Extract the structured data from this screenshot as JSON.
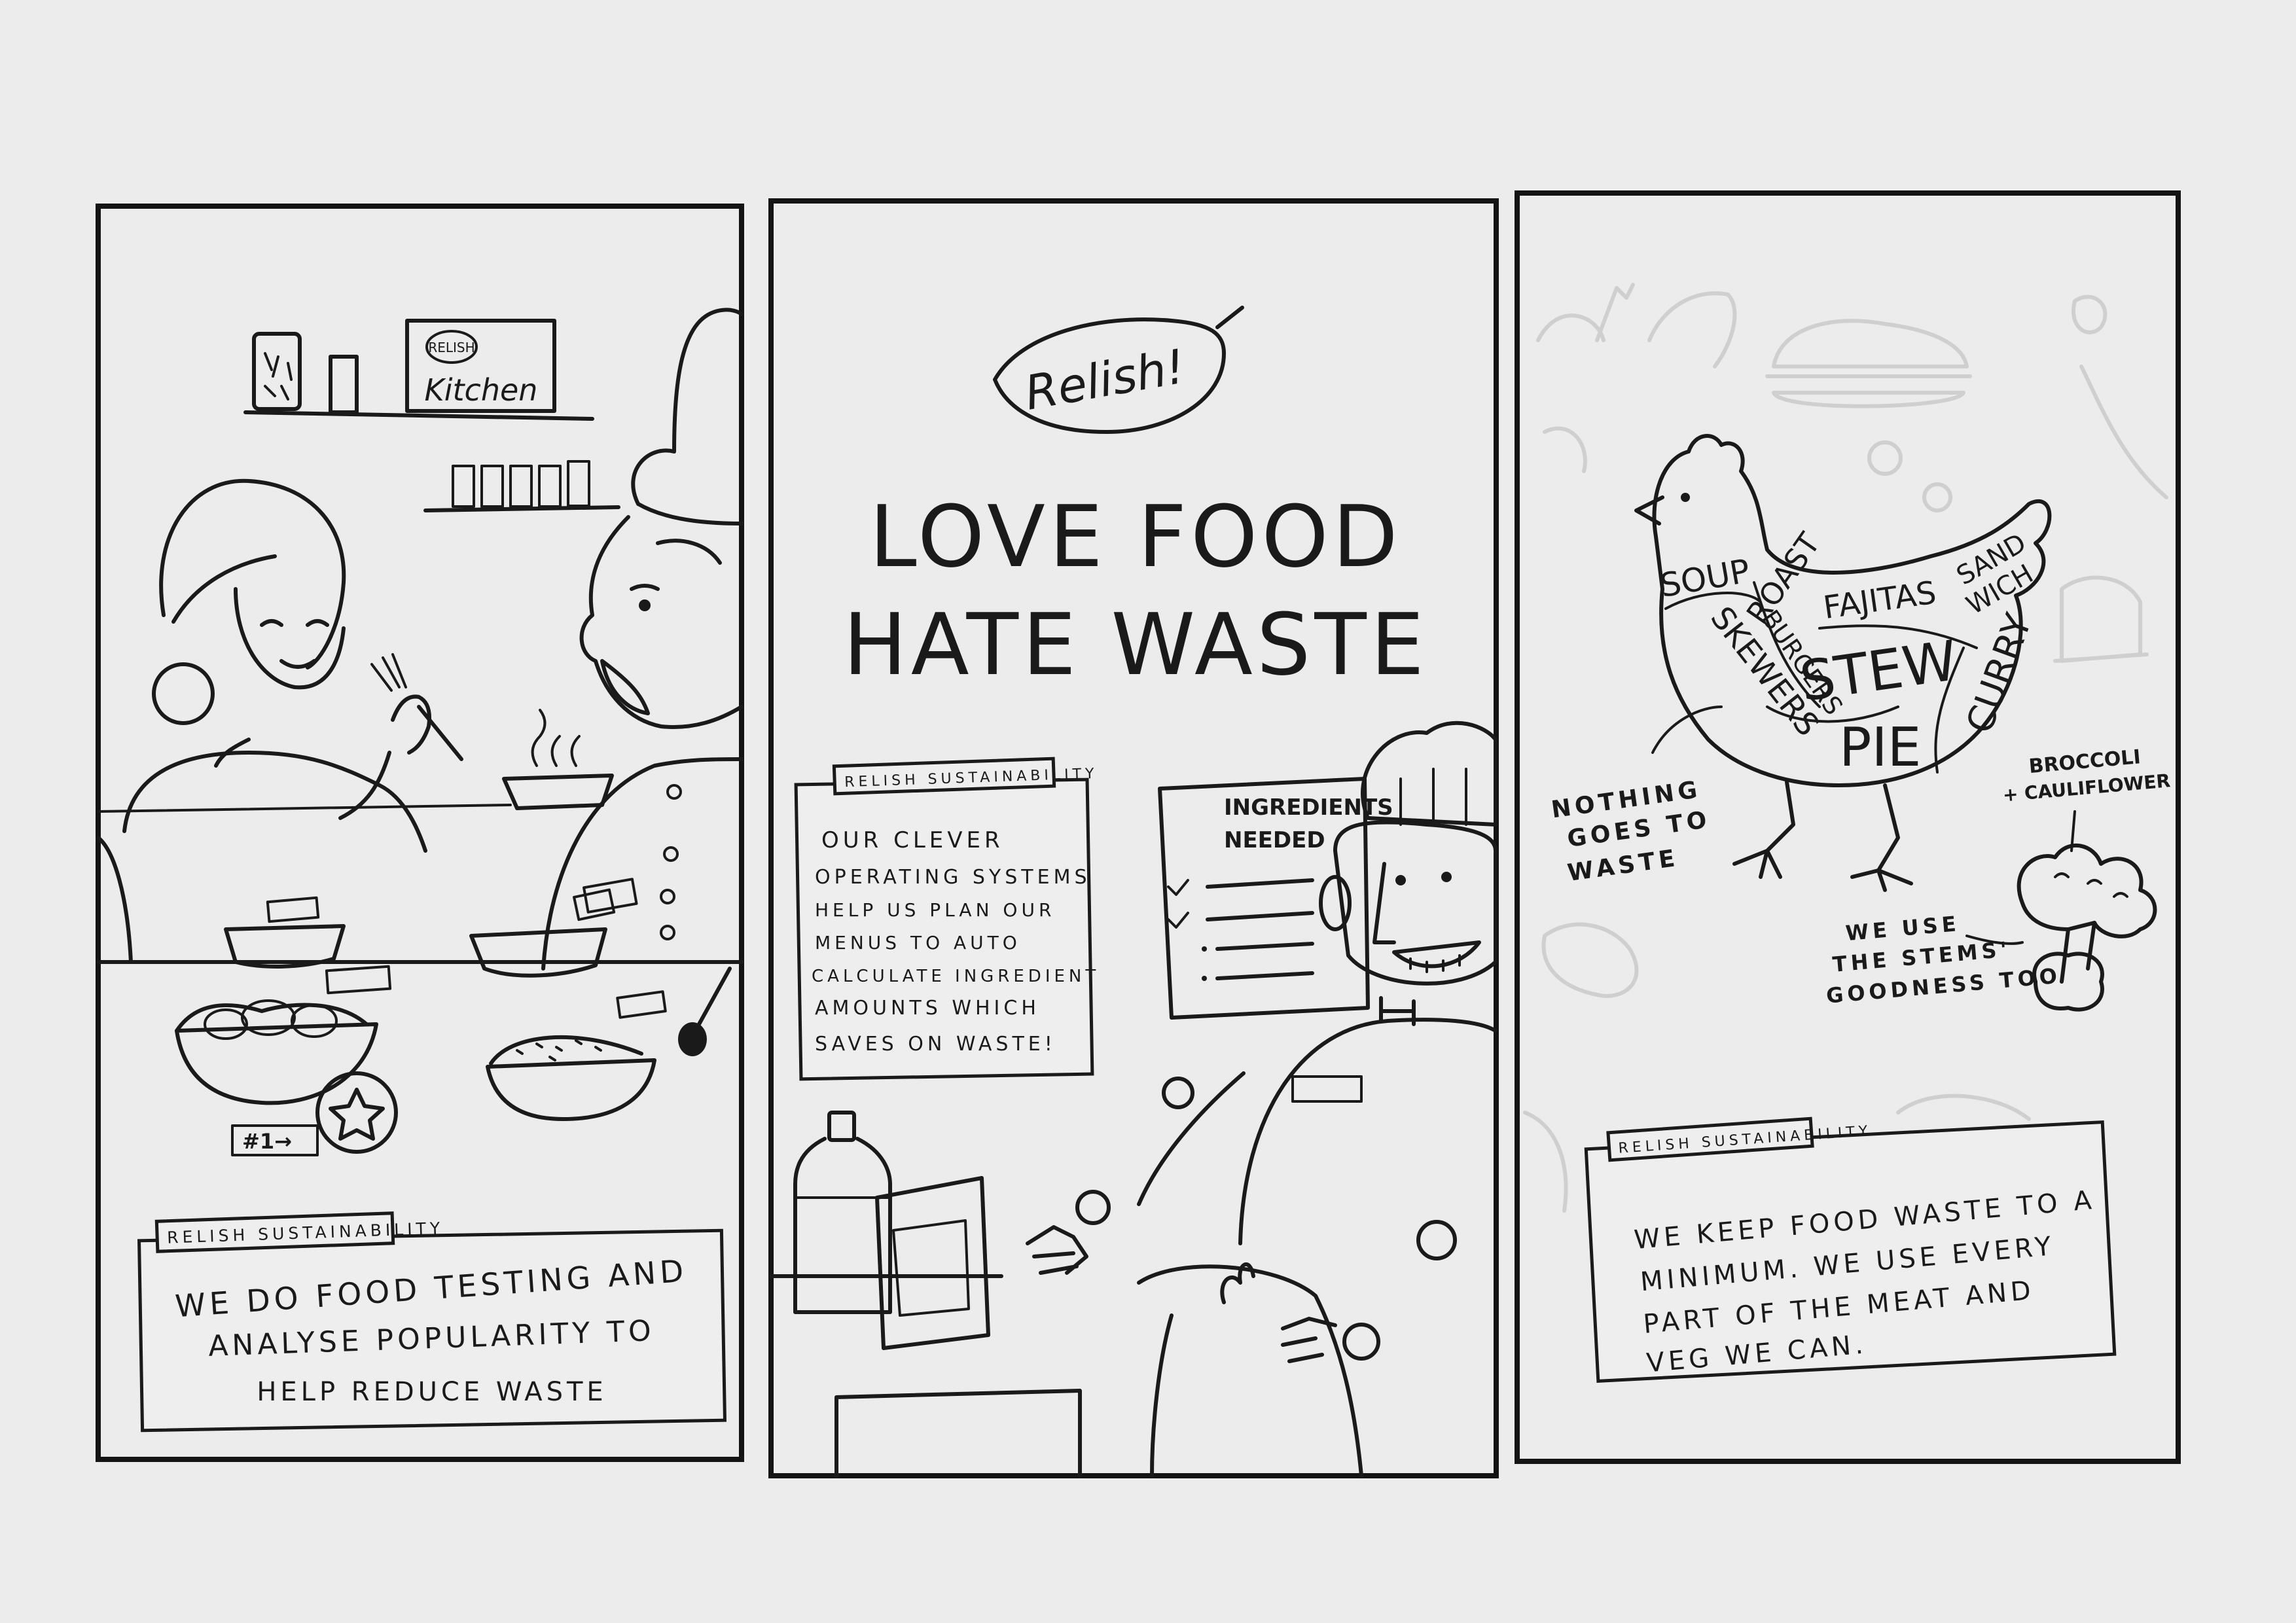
{
  "panels": [
    {
      "shop_sign": "RELISH",
      "shop_sign_2": "Kitchen",
      "marker": "#1→",
      "tag": "RELISH SUSTAINABILITY",
      "caption": [
        "WE DO FOOD TESTING AND",
        "ANALYSE POPULARITY TO",
        "HELP REDUCE WASTE"
      ]
    },
    {
      "logo": "Relish!",
      "headline": [
        "LOVE FOOD",
        "HATE WASTE"
      ],
      "tag": "RELISH SUSTAINABILITY",
      "caption": [
        "OUR CLEVER",
        "OPERATING SYSTEMS",
        "HELP US PLAN OUR",
        "MENUS TO AUTO",
        "CALCULATE INGREDIENT",
        "AMOUNTS WHICH",
        "SAVES ON WASTE!"
      ],
      "board": [
        "INGREDIENTS",
        "NEEDED"
      ]
    },
    {
      "chicken_cuts": [
        "SOUP",
        "ROAST",
        "FAJITAS",
        "SAND",
        "WICH",
        "BURGERS",
        "SKEWERS",
        "STEW",
        "CURRY",
        "PIE"
      ],
      "note_left": [
        "NOTHING",
        "GOES TO",
        "WASTE"
      ],
      "note_right": [
        "BROCCOLI",
        "+ CAULIFLOWER"
      ],
      "note_stem": [
        "WE USE",
        "THE STEMS'",
        "GOODNESS TOO"
      ],
      "tag": "RELISH SUSTAINABILITY",
      "caption": [
        "WE KEEP FOOD WASTE TO A",
        "MINIMUM. WE USE EVERY",
        "PART OF THE MEAT AND",
        "VEG WE CAN."
      ]
    }
  ]
}
